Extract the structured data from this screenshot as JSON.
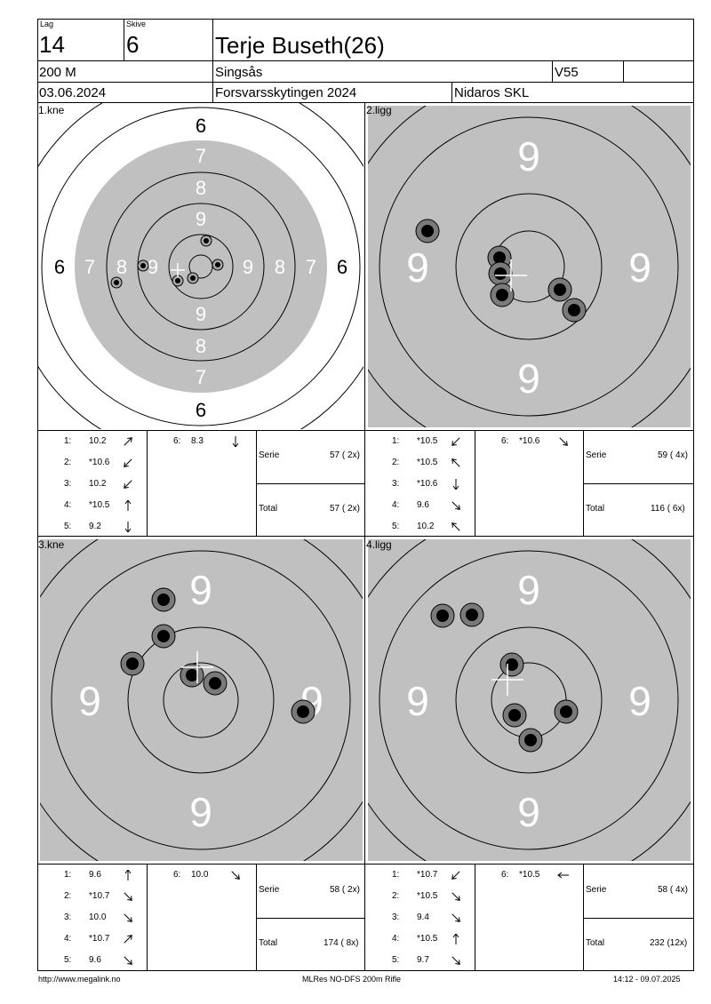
{
  "header": {
    "lag_label": "Lag",
    "lag": "14",
    "skive_label": "Skive",
    "skive": "6",
    "shooter": "Terje Buseth(26)",
    "distance": "200 M",
    "location": "Singsås",
    "class": "V55",
    "date": "03.06.2024",
    "event": "Forsvarsskytingen 2024",
    "club": "Nidaros SKL"
  },
  "targets": [
    {
      "label": "1.kne",
      "type": "full",
      "ring_labels": {
        "six": "6",
        "seven": "7",
        "eight": "8",
        "nine": "9"
      },
      "shots": [
        {
          "n": "1:",
          "value": "10.2",
          "dir": 45
        },
        {
          "n": "2:",
          "value": "*10.6",
          "dir": 225
        },
        {
          "n": "3:",
          "value": "10.2",
          "dir": 225
        },
        {
          "n": "4:",
          "value": "*10.5",
          "dir": 90
        },
        {
          "n": "5:",
          "value": "9.2",
          "dir": 270
        },
        {
          "n": "6:",
          "value": "8.3",
          "dir": 270
        }
      ],
      "impacts": [
        [
          232,
          271
        ],
        [
          245,
          298
        ],
        [
          217,
          313
        ],
        [
          200,
          316
        ],
        [
          161,
          299
        ],
        [
          131,
          318
        ]
      ],
      "crosshair": [
        200,
        304
      ],
      "serie_label": "Serie",
      "serie": "57 ( 2x)",
      "total_label": "Total",
      "total": "57 ( 2x)"
    },
    {
      "label": "2.ligg",
      "type": "zoom",
      "ring_labels": {
        "nine": "9"
      },
      "shots": [
        {
          "n": "1:",
          "value": "*10.5",
          "dir": 225
        },
        {
          "n": "2:",
          "value": "*10.5",
          "dir": 135
        },
        {
          "n": "3:",
          "value": "*10.6",
          "dir": 270
        },
        {
          "n": "4:",
          "value": "9.6",
          "dir": 315
        },
        {
          "n": "5:",
          "value": "10.2",
          "dir": 135
        },
        {
          "n": "6:",
          "value": "*10.6",
          "dir": 315
        }
      ],
      "impacts": [
        [
          562,
          290
        ],
        [
          563,
          308
        ],
        [
          565,
          332
        ],
        [
          630,
          326
        ],
        [
          646,
          349
        ],
        [
          481,
          260
        ]
      ],
      "crosshair": [
        575,
        310
      ],
      "serie_label": "Serie",
      "serie": "59 ( 4x)",
      "total_label": "Total",
      "total": "116 ( 6x)"
    },
    {
      "label": "3.kne",
      "type": "zoom",
      "ring_labels": {
        "nine": "9"
      },
      "shots": [
        {
          "n": "1:",
          "value": "9.6",
          "dir": 90
        },
        {
          "n": "2:",
          "value": "*10.7",
          "dir": 315
        },
        {
          "n": "3:",
          "value": "10.0",
          "dir": 315
        },
        {
          "n": "4:",
          "value": "*10.7",
          "dir": 45
        },
        {
          "n": "5:",
          "value": "9.6",
          "dir": 315
        },
        {
          "n": "6:",
          "value": "10.0",
          "dir": 315
        }
      ],
      "impacts": [
        [
          341,
          801
        ],
        [
          216,
          760
        ],
        [
          242,
          769
        ],
        [
          184,
          716
        ],
        [
          149,
          747
        ],
        [
          184,
          675
        ]
      ],
      "crosshair": [
        222,
        751
      ],
      "serie_label": "Serie",
      "serie": "58 ( 2x)",
      "total_label": "Total",
      "total": "174 ( 8x)"
    },
    {
      "label": "4.ligg",
      "type": "zoom",
      "ring_labels": {
        "nine": "9"
      },
      "shots": [
        {
          "n": "1:",
          "value": "*10.7",
          "dir": 225
        },
        {
          "n": "2:",
          "value": "*10.5",
          "dir": 315
        },
        {
          "n": "3:",
          "value": "9.4",
          "dir": 315
        },
        {
          "n": "4:",
          "value": "*10.5",
          "dir": 90
        },
        {
          "n": "5:",
          "value": "9.7",
          "dir": 315
        },
        {
          "n": "6:",
          "value": "*10.5",
          "dir": 180
        }
      ],
      "impacts": [
        [
          576,
          748
        ],
        [
          579,
          805
        ],
        [
          597,
          833
        ],
        [
          637,
          801
        ],
        [
          498,
          693
        ],
        [
          531,
          692
        ]
      ],
      "crosshair": [
        571,
        765
      ],
      "serie_label": "Serie",
      "serie": "58 ( 4x)",
      "total_label": "Total",
      "total": "232 (12x)"
    }
  ],
  "footer": {
    "url": "http://www.megalink.no",
    "program": "MLRes NO-DFS 200m Rifle",
    "timestamp": "14:12 - 09.07.2025"
  }
}
